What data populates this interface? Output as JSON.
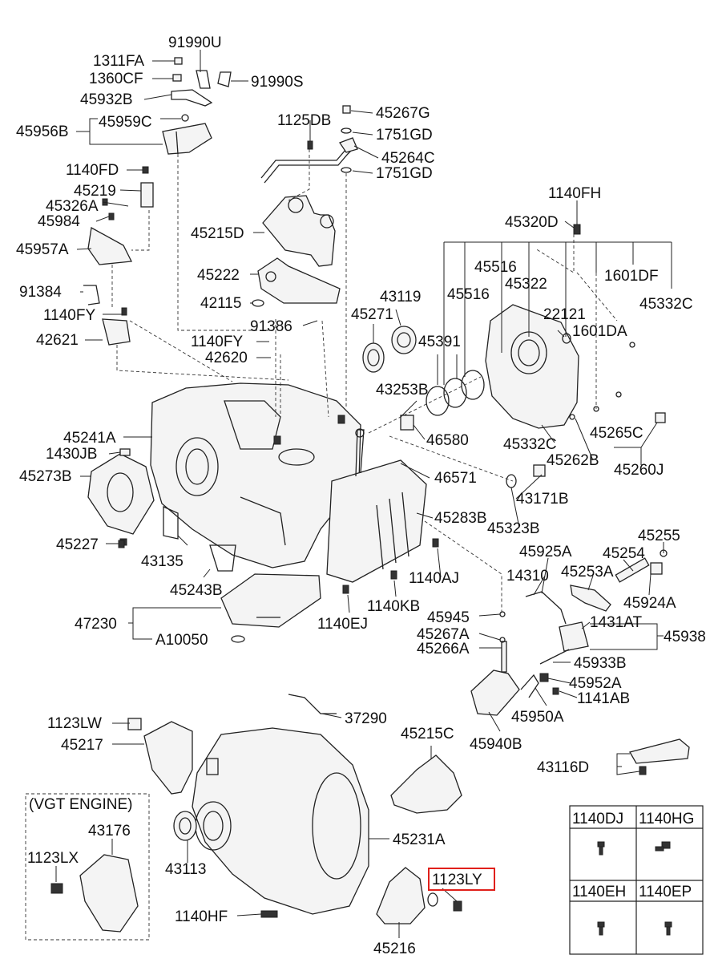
{
  "labels": {
    "p91990U": "91990U",
    "p1311FA": "1311FA",
    "p1360CF": "1360CF",
    "p91990S": "91990S",
    "p45932B": "45932B",
    "p45956B": "45956B",
    "p45959C": "45959C",
    "p1125DB": "1125DB",
    "p45267G": "45267G",
    "p1751GD_a": "1751GD",
    "p45264C": "45264C",
    "p1751GD_b": "1751GD",
    "p1140FD": "1140FD",
    "p45219": "45219",
    "p45326A": "45326A",
    "p45984": "45984",
    "p45957A": "45957A",
    "p45215D": "45215D",
    "p1140FH": "1140FH",
    "p45320D": "45320D",
    "p45222": "45222",
    "p45516_a": "45516",
    "p45516_b": "45516",
    "p45322": "45322",
    "p1601DF": "1601DF",
    "p91384": "91384",
    "p42115": "42115",
    "p43119": "43119",
    "p45271": "45271",
    "p22121": "22121",
    "p45332C_a": "45332C",
    "p1140FY_a": "1140FY",
    "p91386": "91386",
    "p1601DA": "1601DA",
    "p42621": "42621",
    "p1140FY_b": "1140FY",
    "p45391": "45391",
    "p42620": "42620",
    "p43253B": "43253B",
    "p45241A": "45241A",
    "p46580": "46580",
    "p45332C_b": "45332C",
    "p45265C": "45265C",
    "p1430JB": "1430JB",
    "p45262B": "45262B",
    "p45260J": "45260J",
    "p45273B": "45273B",
    "p46571": "46571",
    "p43171B": "43171B",
    "p45283B": "45283B",
    "p45323B": "45323B",
    "p45255": "45255",
    "p45227": "45227",
    "p45925A": "45925A",
    "p45254": "45254",
    "p43135": "43135",
    "p1140AJ": "1140AJ",
    "p14310": "14310",
    "p45253A": "45253A",
    "p45243B": "45243B",
    "p45924A": "45924A",
    "p1140KB": "1140KB",
    "p47230": "47230",
    "p45945": "45945",
    "p1431AT": "1431AT",
    "p1140EJ": "1140EJ",
    "p45267A": "45267A",
    "p45938": "45938",
    "pA10050": "A10050",
    "p45266A": "45266A",
    "p45933B": "45933B",
    "p45952A": "45952A",
    "p1141AB": "1141AB",
    "p1123LW": "1123LW",
    "p45950A": "45950A",
    "p37290": "37290",
    "p45217": "45217",
    "p45215C": "45215C",
    "p45940B": "45940B",
    "p43116D": "43116D",
    "vgt_engine": "(VGT ENGINE)",
    "p43176": "43176",
    "p45231A": "45231A",
    "p1123LX": "1123LX",
    "p43113": "43113",
    "p1123LY": "1123LY",
    "p1140HF": "1140HF",
    "p45216": "45216"
  },
  "bolt_table": {
    "headers": [
      "1140DJ",
      "1140HG",
      "1140EH",
      "1140EP"
    ]
  },
  "highlight": {
    "part": "1123LY",
    "color": "#e0201b"
  }
}
